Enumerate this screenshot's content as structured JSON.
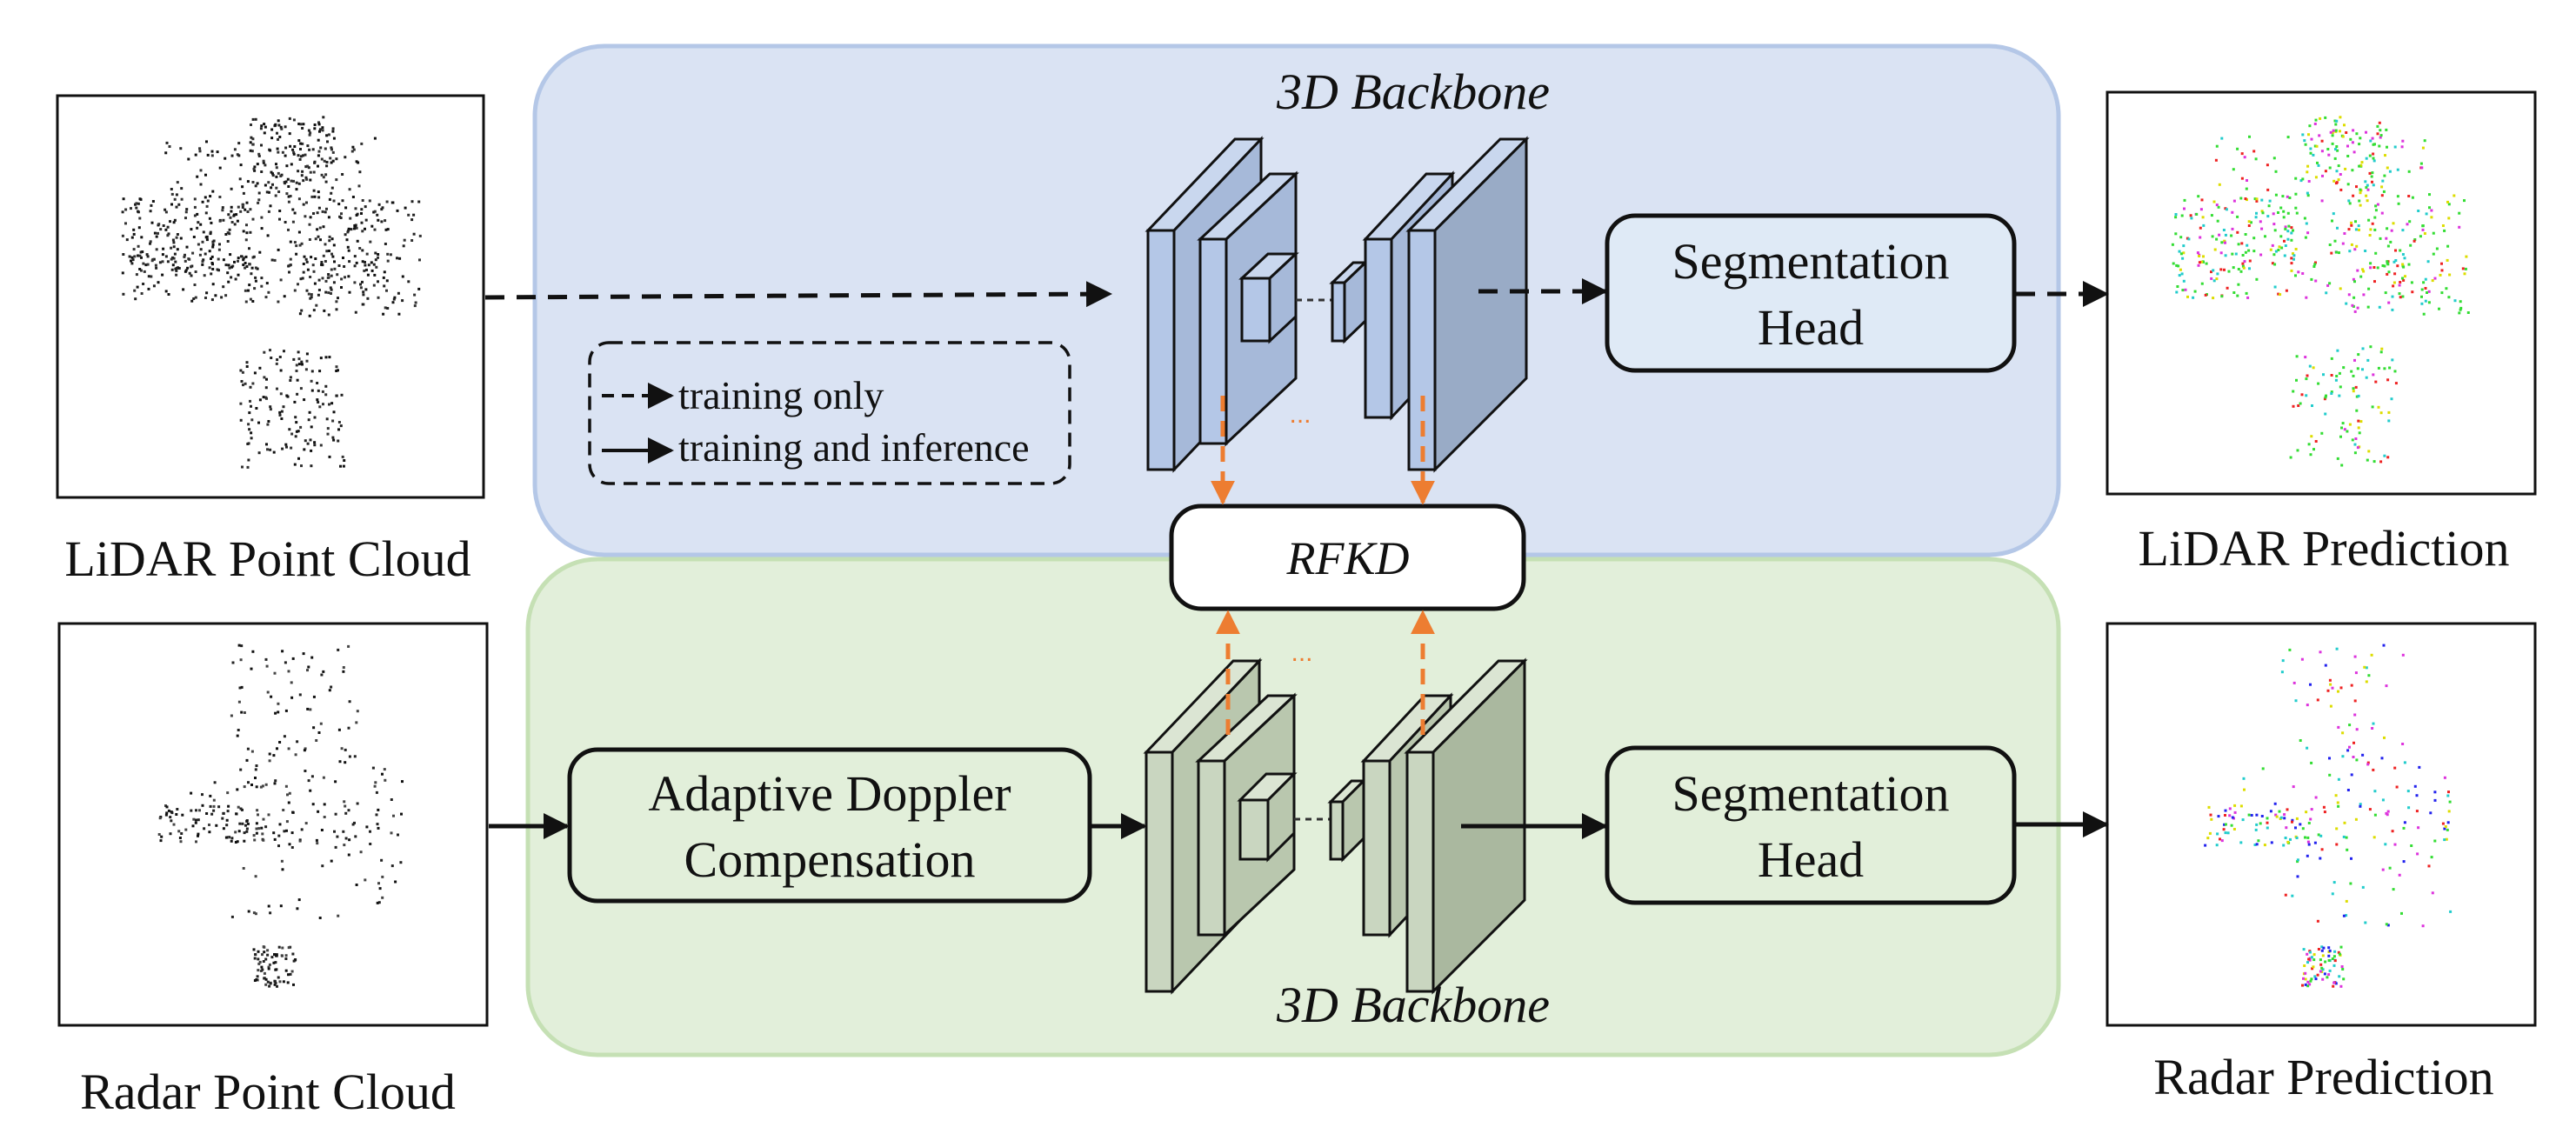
{
  "backbone_top_label": "3D Backbone",
  "backbone_bottom_label": "3D Backbone",
  "seg_head_top": [
    "Segmentation",
    "Head"
  ],
  "seg_head_bottom": [
    "Segmentation",
    "Head"
  ],
  "adaptive_doppler": [
    "Adaptive Doppler",
    "Compensation"
  ],
  "rfkd_label": "RFKD",
  "legend": {
    "training_only": "training only",
    "training_inference": "training and inference"
  },
  "inputs": {
    "lidar_label": "LiDAR Point Cloud",
    "radar_label": "Radar Point Cloud"
  },
  "outputs": {
    "lidar_label": "LiDAR Prediction",
    "radar_label": "Radar Prediction"
  },
  "ellipsis": "...",
  "colors": {
    "top_panel_fill": "#dae3f3",
    "top_panel_stroke": "#b4c7e7",
    "bottom_panel_fill": "#e2efda",
    "bottom_panel_stroke": "#c5e0b4",
    "top_block_fill": "#b4c7e7",
    "bottom_block_fill": "#c9d6c0",
    "seg_head_top_fill": "#dfeaf6",
    "seg_head_bottom_fill": "#e2efda",
    "distill_arrow": "#ed7d31"
  }
}
